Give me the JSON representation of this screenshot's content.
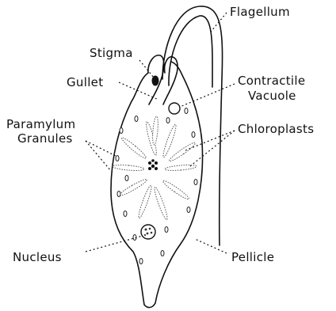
{
  "labels": {
    "flagellum": "Flagellum",
    "stigma": "Stigma",
    "gullet": "Gullet",
    "contractile_vacuole_line1": "Contractile",
    "contractile_vacuole_line2": "Vacuole",
    "paramylum_line1": "Paramylum",
    "paramylum_line2": "Granules",
    "chloroplasts": "Chloroplasts",
    "nucleus": "Nucleus",
    "pellicle": "Pellicle"
  }
}
